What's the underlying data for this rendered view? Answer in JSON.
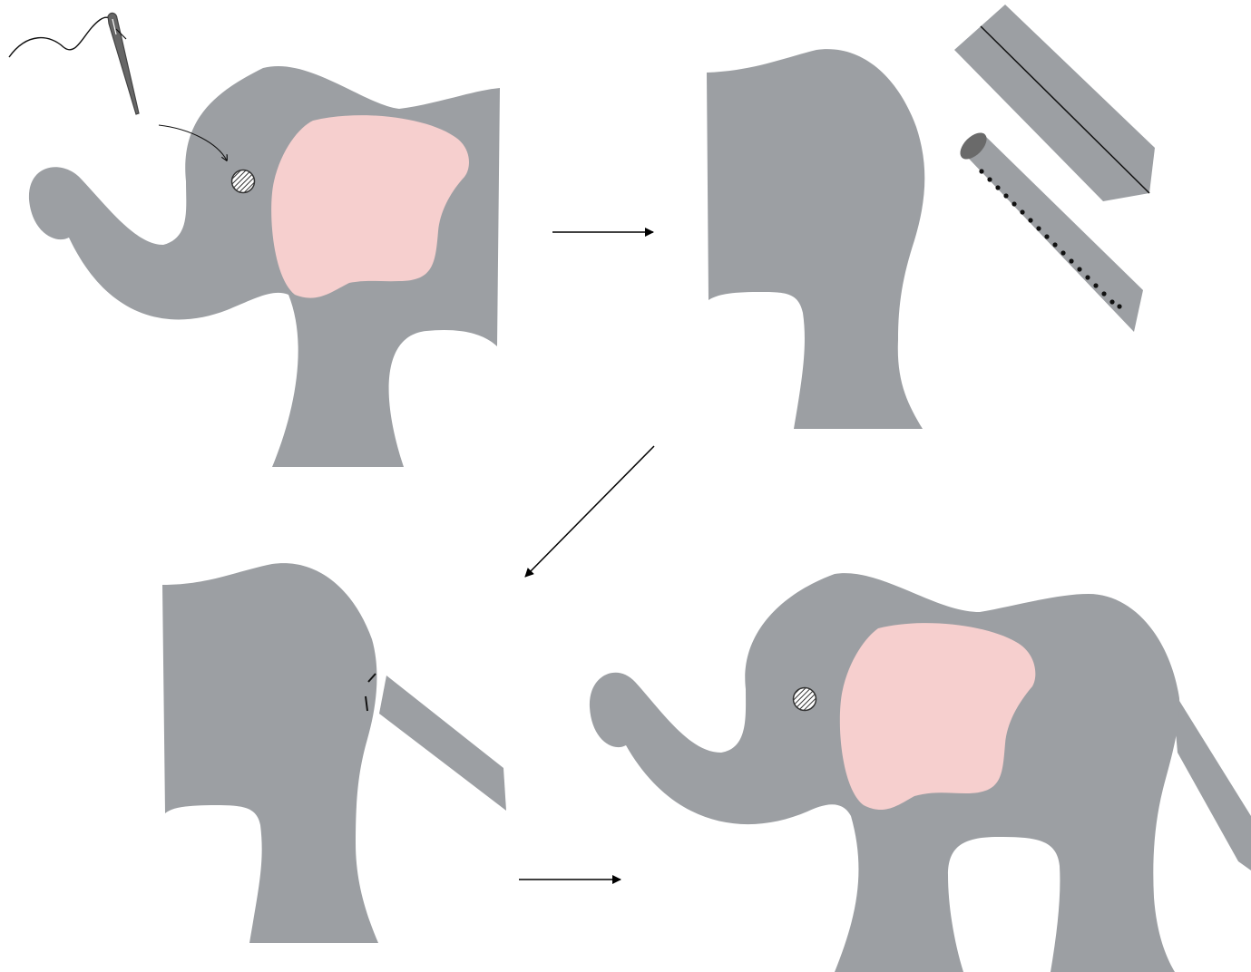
{
  "diagram": {
    "panels": [
      "step-1-elephant-front-with-ear-and-eye",
      "step-2-elephant-back-and-tail-strips",
      "step-3-elephant-back-with-tail-attached",
      "step-4-finished-elephant"
    ],
    "arrows": [
      "arrow-step1-to-step2",
      "arrow-step2-to-step3",
      "arrow-step3-to-step4"
    ],
    "icons": {
      "needle": "sewing-needle-icon",
      "eye": "hatched-eye-icon",
      "tail_strip": "folded-fabric-strip-icon",
      "tail_tube": "rolled-tube-icon"
    }
  },
  "colors": {
    "body": "#9c9fa3",
    "ear": "#f6cfce",
    "ink": "#000000",
    "background": "#ffffff",
    "eye": "#6a6a6a"
  }
}
